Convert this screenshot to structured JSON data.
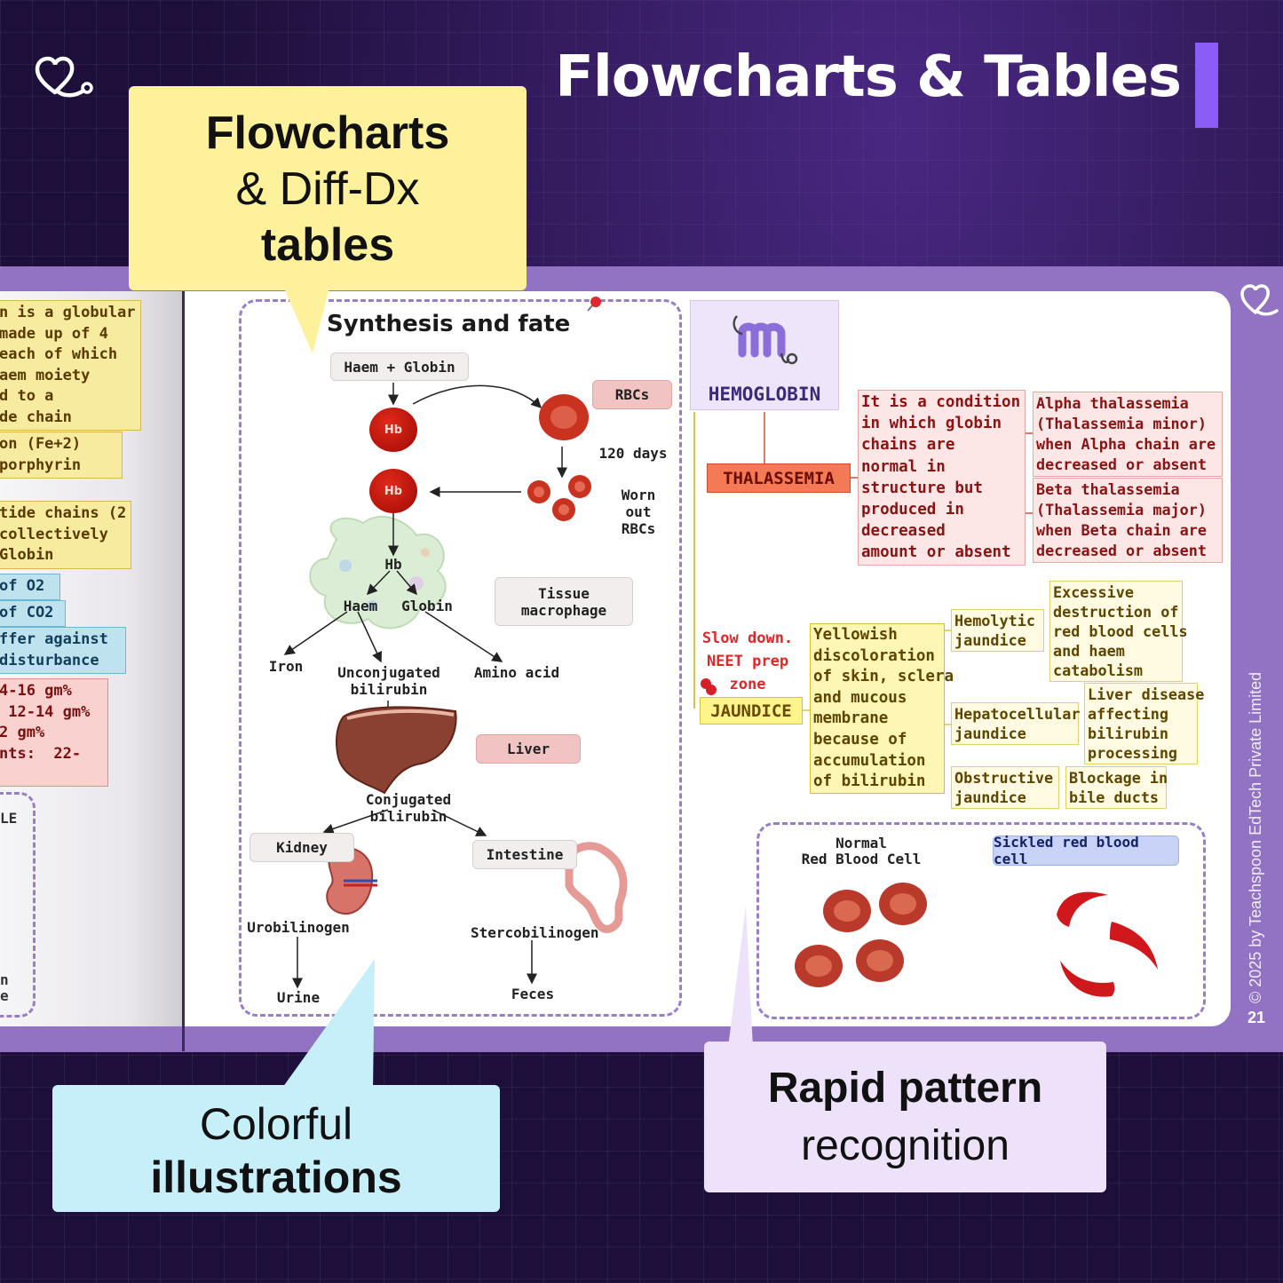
{
  "header": {
    "title": "Flowcharts & Tables"
  },
  "callouts": {
    "flowcharts": {
      "line1": "Flowcharts",
      "line2": "& Diff-Dx",
      "line3": "tables"
    },
    "illustrations": {
      "line1": "Colorful",
      "line2": "illustrations"
    },
    "pattern": {
      "line1": "Rapid pattern",
      "line2": "recognition"
    }
  },
  "left_page": {
    "boxes": [
      {
        "text": "n is a globular\nmade up of 4\neach of which\naem moiety\nd to a\nde chain",
        "color": "yellow"
      },
      {
        "text": "on (Fe+2)\nporphyrin",
        "color": "yellow"
      },
      {
        "text": "tide chains (2\ncollectively\nGlobin",
        "color": "yellow"
      },
      {
        "text": "of O2",
        "color": "blue"
      },
      {
        "text": "of CO2",
        "color": "blue"
      },
      {
        "text": "ffer against\ndisturbance",
        "color": "blue"
      },
      {
        "text": "4-16 gm%\n 12-14 gm%\n2 gm%\nnts:  22-",
        "color": "pink"
      }
    ],
    "fragments": [
      "LE",
      "n",
      "e"
    ]
  },
  "synthesis": {
    "title": "Synthesis and fate",
    "nodes": {
      "haem_globin": "Haem + Globin",
      "hb_top": "Hb",
      "hb_mid": "Hb",
      "rbcs": "RBCs",
      "days": "120 days",
      "worn_out": "Worn\nout\nRBCs",
      "hb_center": "Hb",
      "haem": "Haem",
      "globin": "Globin",
      "tissue_macrophage": "Tissue\nmacrophage",
      "iron": "Iron",
      "unconjugated": "Unconjugated\nbilirubin",
      "amino_acid": "Amino acid",
      "liver": "Liver",
      "conjugated": "Conjugated bilirubin",
      "kidney": "Kidney",
      "intestine": "Intestine",
      "urobilinogen": "Urobilinogen",
      "stercobilinogen": "Stercobilinogen",
      "urine": "Urine",
      "feces": "Feces"
    }
  },
  "hemoglobin_map": {
    "title": "HEMOGLOBIN",
    "thalassemia": {
      "label": "THALASSEMIA",
      "definition": "It is a condition\nin which globin\nchains are\nnormal in\nstructure but\nproduced in\ndecreased\namount or absent",
      "alpha": "Alpha thalassemia\n(Thalassemia minor)\nwhen Alpha chain are\ndecreased or absent",
      "beta": "Beta thalassemia\n(Thalassemia major)\nwhen Beta chain are\ndecreased or absent"
    },
    "slow_down": "Slow down.\nNEET prep\nzone",
    "jaundice": {
      "label": "JAUNDICE",
      "definition": "Yellowish\ndiscoloration\nof skin, sclera\nand mucous\nmembrane\nbecause of\naccumulation\nof bilirubin",
      "types": [
        {
          "name": "Hemolytic\njaundice",
          "cause": "Excessive\ndestruction of\nred blood cells\nand haem\ncatabolism"
        },
        {
          "name": "Hepatocellular\njaundice",
          "cause": "Liver disease\naffecting\nbilirubin\nprocessing"
        },
        {
          "name": "Obstructive\njaundice",
          "cause": "Blockage in\nbile ducts"
        }
      ]
    }
  },
  "rbc_panel": {
    "normal_label": "Normal\nRed Blood Cell",
    "sickle_label": "Sickled red blood cell"
  },
  "footer": {
    "copyright": "© 2025 by Teachspoon EdTech Private Limited",
    "page_number": "21"
  },
  "colors": {
    "background": "#1d0f3a",
    "accent": "#8b5cf6",
    "book_band": "#9272c3",
    "callout_yellow": "#fdf29b",
    "callout_blue": "#c7eff9",
    "callout_purple": "#ede2fa"
  }
}
